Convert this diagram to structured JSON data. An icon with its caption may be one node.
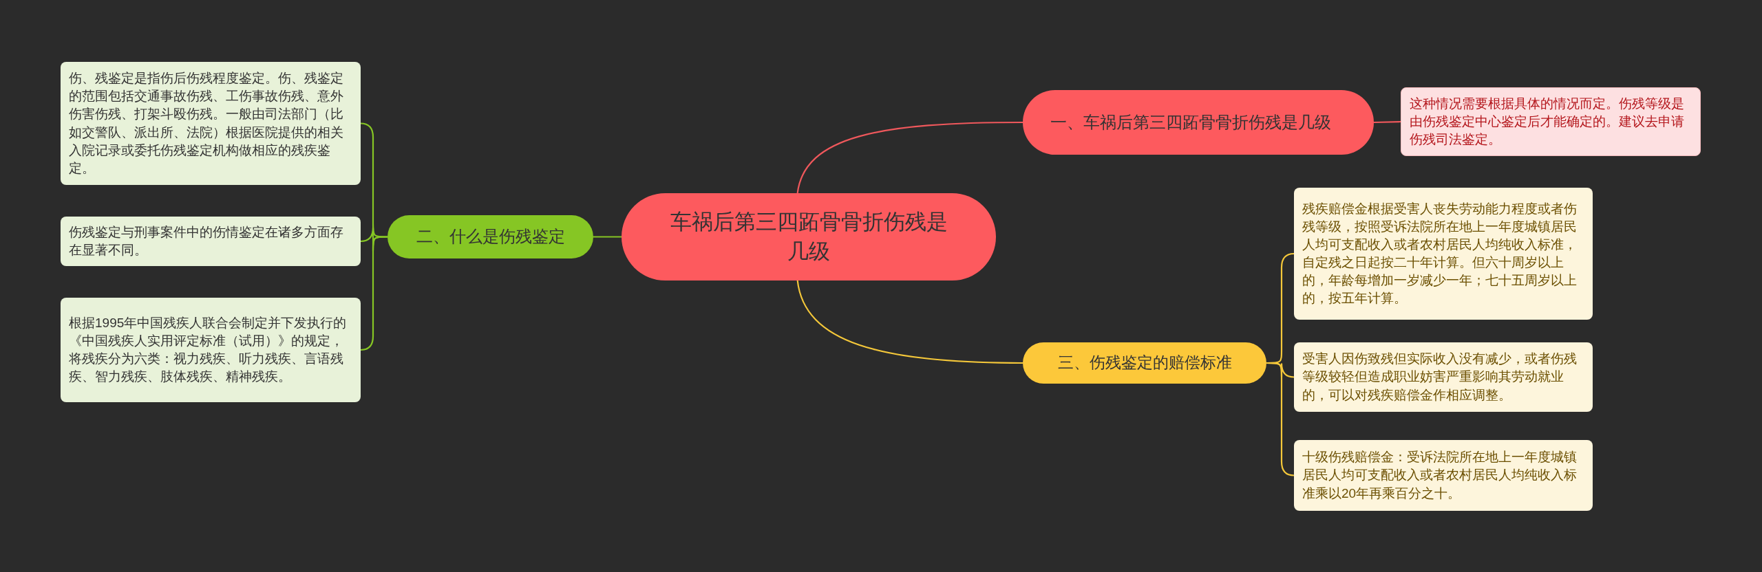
{
  "diagram": {
    "nodes": [
      {
        "text": [
          "车祸后第三四跖骨骨折伤残是几级"
        ]
      },
      {
        "text": [
          "一、车祸后第三四跖骨骨折伤残是几级"
        ]
      },
      {
        "text": [
          "这种情况需要根据具体的情况而定。伤残等级是由伤残鉴定中心鉴定后才能确定的。建议去申请伤残司法鉴定。"
        ]
      },
      {
        "text": [
          "二、什么是伤残鉴定"
        ]
      },
      {
        "text": [
          "伤、残鉴定是指伤后伤残程度鉴定。伤、残鉴定的范围包括交通事故伤残、工伤事故伤残、意外伤害伤残、打架斗殴伤残。一般由司法部门（比如交警队、派出所、法院）根据医院提供的相关入院记录或委托伤残鉴定机构做相应的残疾鉴定。"
        ]
      },
      {
        "text": [
          "伤残鉴定与刑事案件中的伤情鉴定在诸多方面存在显著不同。"
        ]
      },
      {
        "text": [
          "根据1995年中国残疾人联合会制定并下发执行的《中国残疾人实用评定标准（试用）》的规定，将残疾分为六类：视力残疾、听力残疾、言语残疾、智力残疾、肢体残疾、精神残疾。"
        ]
      },
      {
        "text": [
          "三、伤残鉴定的赔偿标准"
        ]
      },
      {
        "text": [
          "残疾赔偿金根据受害人丧失劳动能力程度或者伤残等级，按照受诉法院所在地上一年度城镇居民人均可支配收入或者农村居民人均纯收入标准，自定残之日起按二十年计算。但六十周岁以上的，年龄每增加一岁减少一年；七十五周岁以上的，按五年计算。"
        ]
      },
      {
        "text": [
          "受害人因伤致残但实际收入没有减少，或者伤残等级较轻但造成职业妨害严重影响其劳动就业的，可以对残疾赔偿金作相应调整。"
        ]
      },
      {
        "text": [
          "十级伤残赔偿金：受诉法院所在地上一年度城镇居民人均可支配收入或者农村居民人均纯收入标准乘以20年再乘百分之十。"
        ]
      }
    ],
    "edges": [
      {
        "from": 0,
        "to": 1,
        "arrow": "none",
        "color": "#f0585c"
      },
      {
        "from": 1,
        "to": 2,
        "arrow": "none",
        "color": "#f0585c"
      },
      {
        "from": 0,
        "to": 3,
        "arrow": "none",
        "color": "#86c624"
      },
      {
        "from": 3,
        "to": 4,
        "arrow": "none",
        "color": "#86c624"
      },
      {
        "from": 3,
        "to": 5,
        "arrow": "none",
        "color": "#86c624"
      },
      {
        "from": 3,
        "to": 6,
        "arrow": "none",
        "color": "#86c624"
      },
      {
        "from": 0,
        "to": 7,
        "arrow": "none",
        "color": "#f5c83a"
      },
      {
        "from": 7,
        "to": 8,
        "arrow": "none",
        "color": "#f5c83a"
      },
      {
        "from": 7,
        "to": 9,
        "arrow": "none",
        "color": "#f5c83a"
      },
      {
        "from": 7,
        "to": 10,
        "arrow": "none",
        "color": "#f5c83a"
      }
    ]
  }
}
